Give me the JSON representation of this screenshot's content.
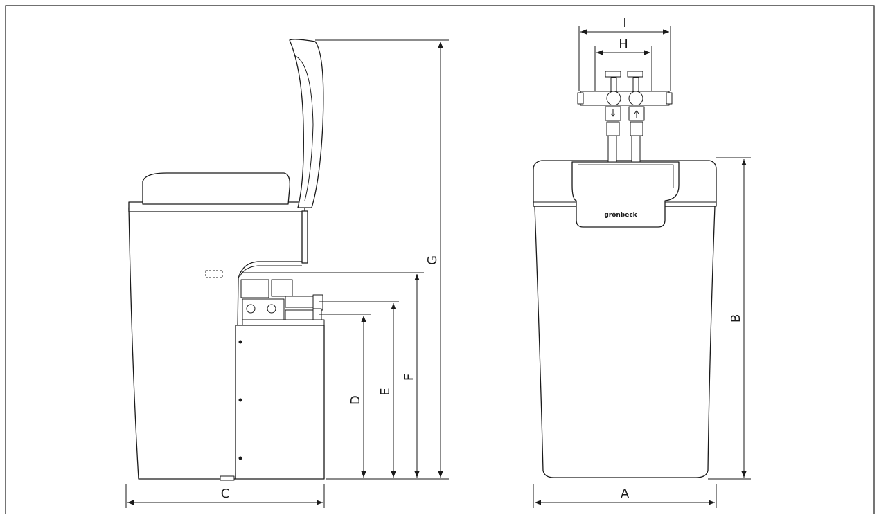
{
  "drawing": {
    "colors": {
      "line": "#1a1a1a",
      "fill": "#ffffff",
      "frame": "#1a1a1a"
    },
    "brand_text": "grönbeck",
    "dimension_labels": {
      "A": "A",
      "B": "B",
      "C": "C",
      "D": "D",
      "E": "E",
      "F": "F",
      "G": "G",
      "H": "H",
      "I": "I"
    }
  }
}
